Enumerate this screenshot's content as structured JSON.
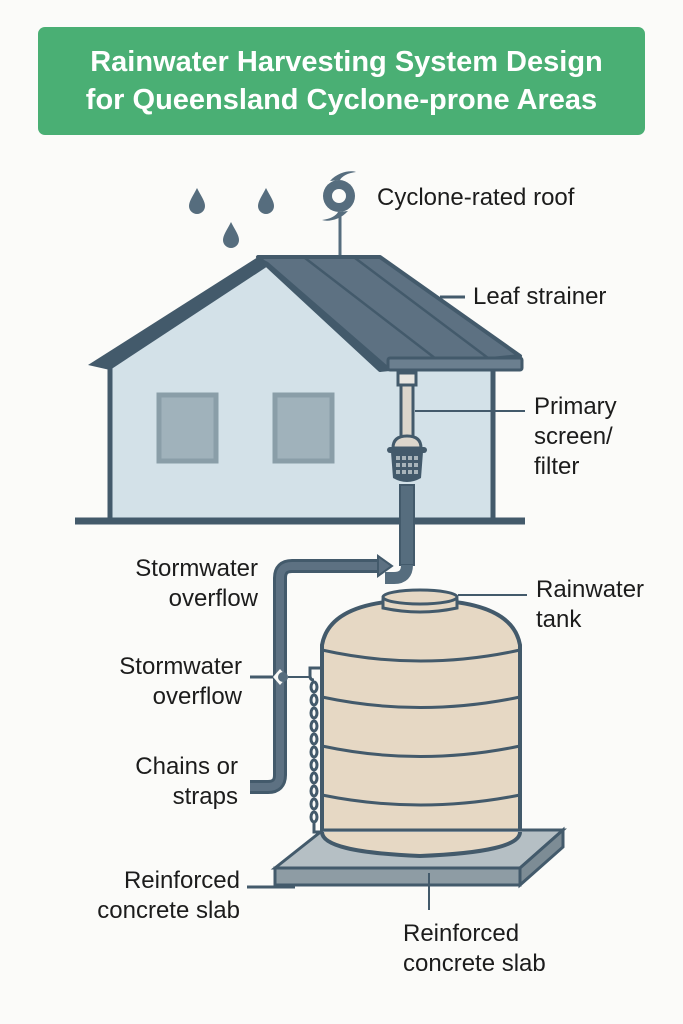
{
  "title": {
    "line1": "Rainwater Harvesting System Design",
    "line2": "for Queensland Cyclone-prone Areas"
  },
  "colors": {
    "banner": "#4aaf74",
    "outline": "#435a6b",
    "roof": "#5d7182",
    "wall": "#d3e1e8",
    "window": "#a0b2bb",
    "tank": "#e6d8c4",
    "slab": "#a8b4ba",
    "background": "#fbfbf9"
  },
  "icons": {
    "raindrops": "raindrop-icon",
    "cyclone": "cyclone-icon",
    "filter": "mesh-filter-icon",
    "chain": "chain-icon"
  },
  "labels": {
    "cyclone_roof": "Cyclone-rated roof",
    "leaf_strainer": "Leaf strainer",
    "primary_filter": [
      "Primary",
      "screen/",
      "filter"
    ],
    "stormwater_overflow_top": [
      "Stormwater",
      "overflow"
    ],
    "stormwater_overflow_mid": [
      "Stormwater",
      "overflow"
    ],
    "rainwater_tank": [
      "Rainwater",
      "tank"
    ],
    "chains_straps": [
      "Chains or",
      "straps"
    ],
    "slab_left": [
      "Reinforced",
      "concrete slab"
    ],
    "slab_bottom": [
      "Reinforced",
      "concrete slab"
    ]
  }
}
